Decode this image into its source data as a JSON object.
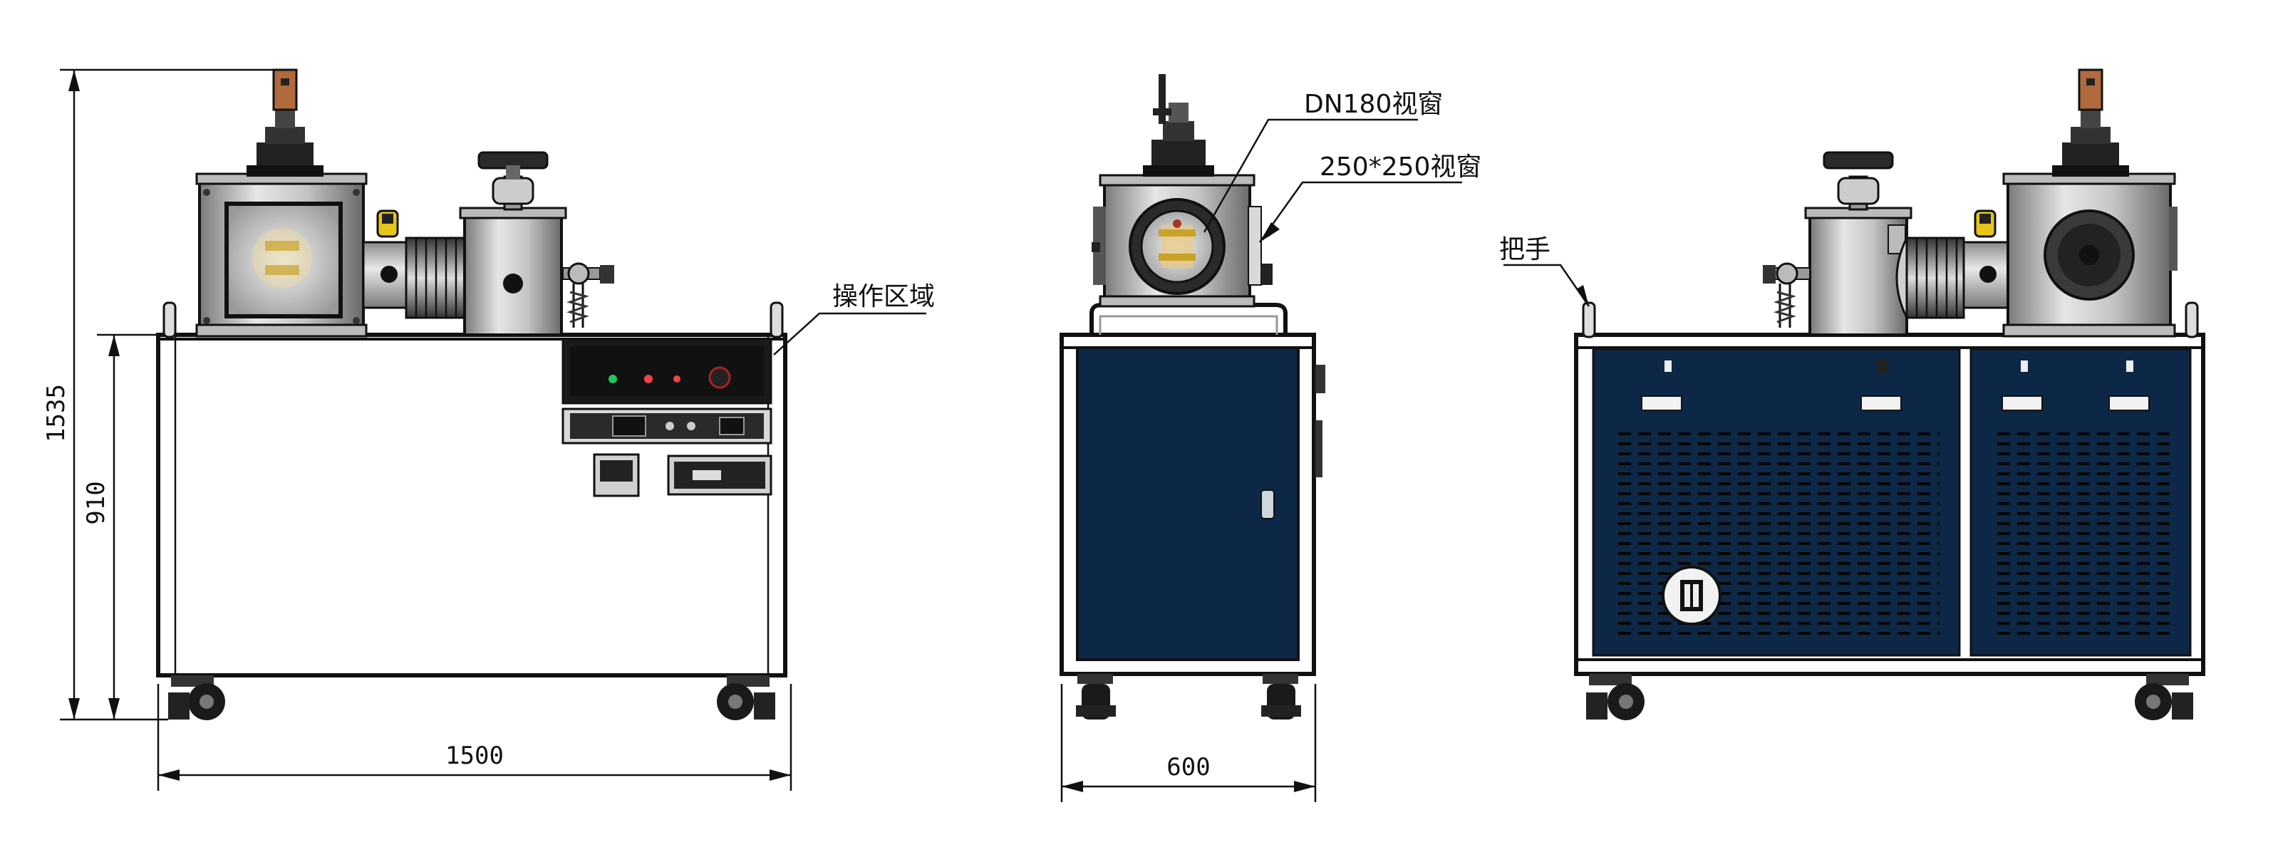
{
  "views": {
    "front": {
      "label_operation_area": "操作区域"
    },
    "side": {
      "label_dn180": "DN180视窗",
      "label_250": "250*250视窗"
    },
    "rear": {
      "label_handle": "把手"
    }
  },
  "dimensions": {
    "height_total": "1535",
    "height_cabinet": "910",
    "width_front": "1500",
    "width_side": "600"
  },
  "colors": {
    "navy_panel": "#0d2846",
    "steel_light": "#d9d9d9",
    "steel_mid": "#a8a8a8",
    "steel_dark": "#6e6e6e",
    "control_panel": "#1a1a1a",
    "led_green": "#22c55e",
    "led_red": "#ef4444",
    "copper": "#b06a3b",
    "brass": "#c9a227"
  }
}
